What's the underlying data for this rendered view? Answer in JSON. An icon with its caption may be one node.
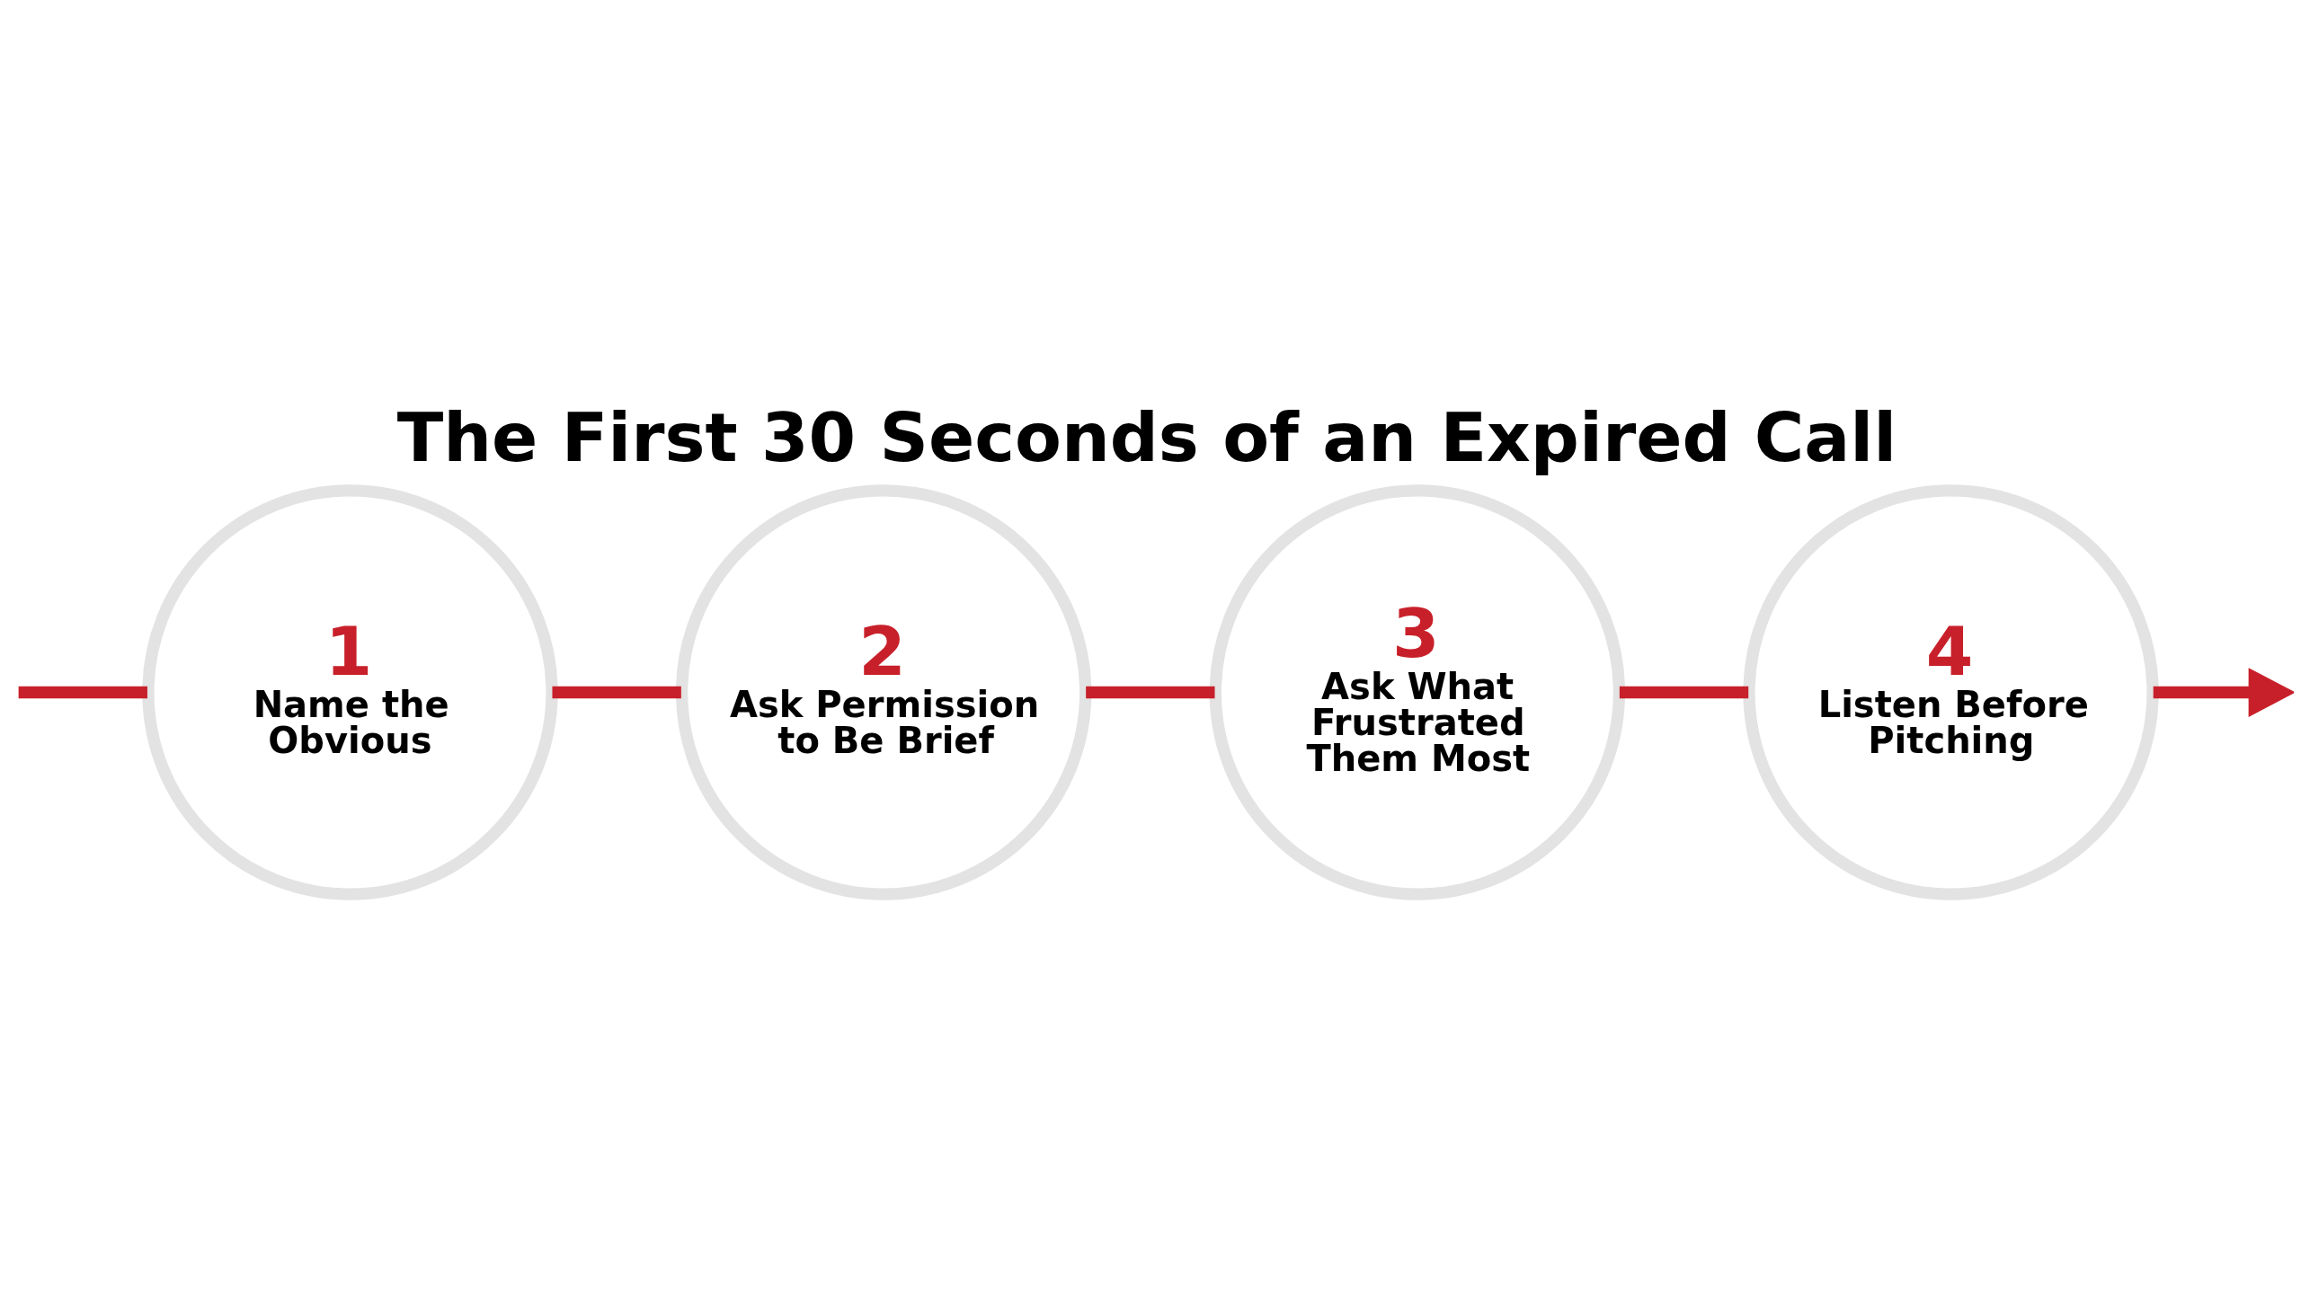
{
  "diagram": {
    "title": "The First 30 Seconds of an Expired Call",
    "nodes": [
      {
        "text": [
          "1",
          "Name the Obvious"
        ]
      },
      {
        "text": [
          "2",
          "Ask Permission to Be Brief"
        ]
      },
      {
        "text": [
          "3",
          "Ask What Frustrated Them Most"
        ]
      },
      {
        "text": [
          "4",
          "Listen Before Pitching"
        ]
      }
    ],
    "edges": [
      {
        "from": null,
        "to": 0,
        "arrow": "none"
      },
      {
        "from": 0,
        "to": 1,
        "arrow": "none"
      },
      {
        "from": 1,
        "to": 2,
        "arrow": "none"
      },
      {
        "from": 2,
        "to": 3,
        "arrow": "none"
      },
      {
        "from": 3,
        "to": null,
        "arrow": "to"
      }
    ]
  }
}
